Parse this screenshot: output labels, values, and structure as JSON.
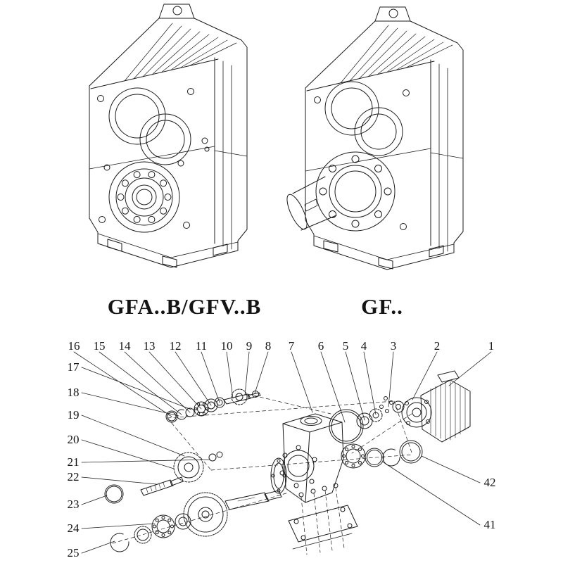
{
  "captions": {
    "left": "GFA..B/GFV..B",
    "right": "GF.."
  },
  "exploded": {
    "callouts_top": [
      "16",
      "15",
      "14",
      "13",
      "12",
      "11",
      "10",
      "9",
      "8",
      "7",
      "6",
      "5",
      "4",
      "3",
      "2",
      "1"
    ],
    "callouts_left": [
      "17",
      "18",
      "19",
      "20",
      "21",
      "22",
      "23",
      "24",
      "25"
    ],
    "callouts_right": [
      "42",
      "41"
    ]
  },
  "colors": {
    "ink": "#1b1b1b",
    "paper": "#ffffff"
  }
}
